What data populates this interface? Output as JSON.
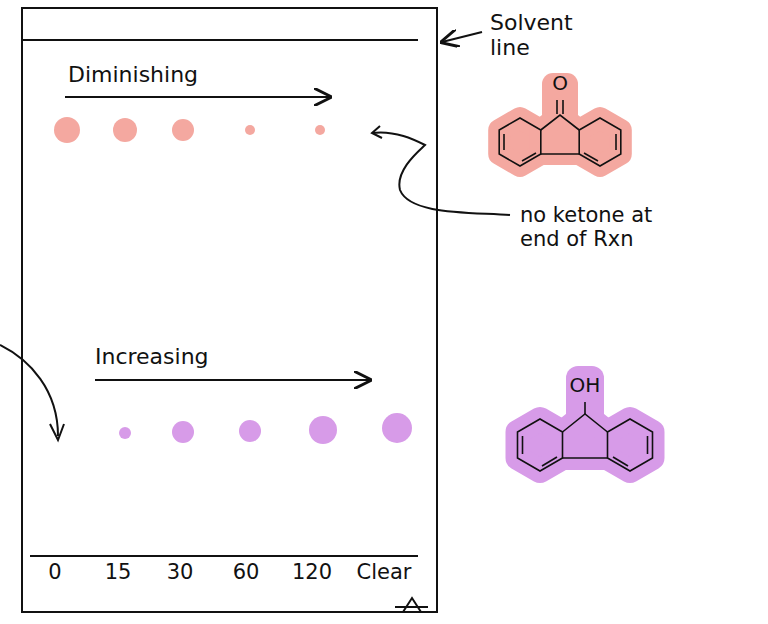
{
  "diagram": {
    "labels": [
      "Solvent line",
      "Diminishing",
      "Increasing",
      "O",
      "no ketone at end of Rxn",
      "OH",
      "0",
      "15",
      "30",
      "60",
      "120",
      "Clear"
    ]
  }
}
